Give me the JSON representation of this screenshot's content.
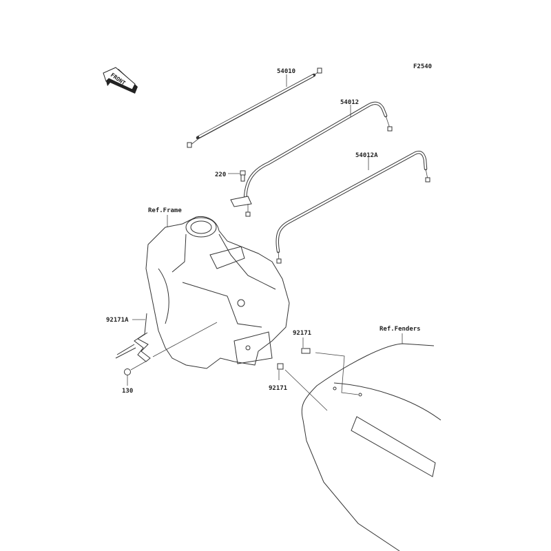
{
  "diagram": {
    "figure_code": "F2540",
    "front_arrow": "FRONT",
    "callouts": {
      "throttle_cable_1": "54010",
      "throttle_cable_2": "54012",
      "throttle_cable_3": "54012A",
      "bolt": "220",
      "ref_frame": "Ref.Frame",
      "clamp": "92171A",
      "clamp_bolt": "130",
      "clamp_upper": "92171",
      "clamp_lower": "92171",
      "ref_fenders": "Ref.Fenders"
    }
  }
}
